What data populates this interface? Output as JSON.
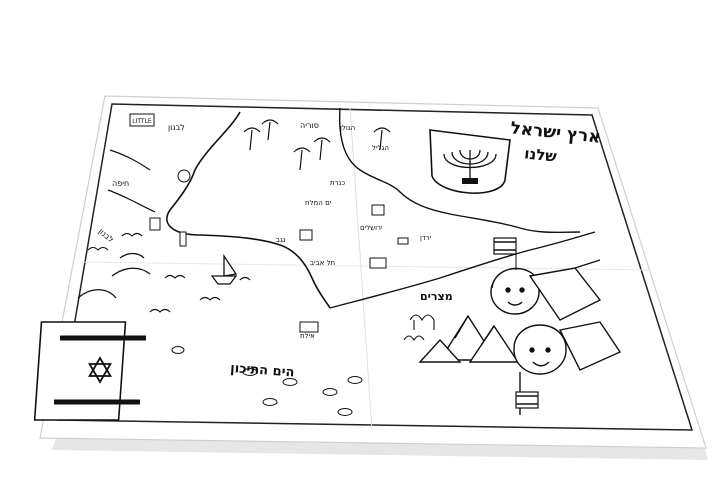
{
  "title": {
    "line1": "ארץ ישראל",
    "line2": "שלנו"
  },
  "logo_text": "LITTLE",
  "labels": {
    "sea": "הים התיכון",
    "egypt": "מצרים",
    "north_tl": "לבנון",
    "north_tr": "סוריה",
    "west_lebanon": "לבנון",
    "haifa": "חיפה",
    "tel_aviv": "תל אביב",
    "jerusalem": "ירושלים",
    "dead_sea": "ים המלח",
    "golan": "הגולן",
    "galilee": "הגליל",
    "jordan": "ירדן",
    "eilat": "אילת",
    "negev": "נגב",
    "kinneret": "כנרת"
  },
  "colors": {
    "ink": "#111111",
    "paper": "#ffffff",
    "shadow": "#d9d9d9",
    "flag_blue": "#1a1a1a"
  }
}
